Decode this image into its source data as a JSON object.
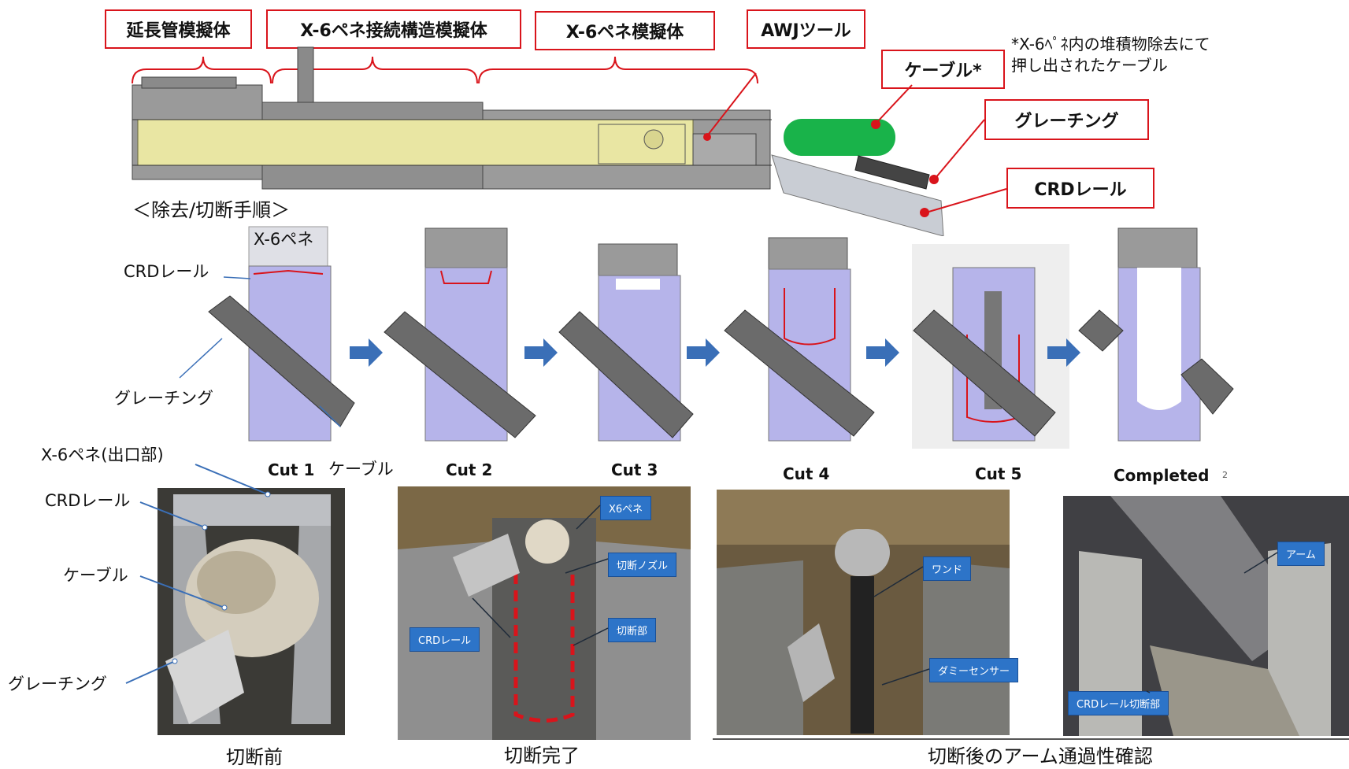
{
  "top": {
    "labels": {
      "extension_pipe": "延長管模擬体",
      "connection": "X-6ペネ接続構造模擬体",
      "x6_pene": "X-6ペネ模擬体",
      "awj_tool": "AWJツール",
      "cable": "ケーブル*",
      "grating": "グレーチング",
      "crd_rail": "CRDレール"
    },
    "footnote_line1": "*X-6ﾍﾟﾈ内の堆積物除去にて",
    "footnote_line2": "押し出されたケーブル",
    "procedure_title": "＜除去/切断手順＞"
  },
  "steps": {
    "x6_label": "X-6ペネ",
    "crd_label": "CRDレール",
    "grating_label": "グレーチング",
    "cable_label": "ケーブル",
    "cuts": [
      "Cut 1",
      "Cut 2",
      "Cut 3",
      "Cut 4",
      "Cut 5",
      "Completed"
    ],
    "page_number": "2"
  },
  "photos": {
    "before": {
      "labels": [
        "X-6ペネ(出口部)",
        "CRDレール",
        "ケーブル",
        "グレーチング"
      ],
      "caption": "切断前"
    },
    "cut_done": {
      "tags": [
        "X6ペネ",
        "切断ノズル",
        "CRDレール",
        "切断部"
      ],
      "caption": "切断完了"
    },
    "arm_check": {
      "tags": [
        "ワンド",
        "ダミーセンサー",
        "アーム",
        "CRDレール切断部"
      ],
      "caption": "切断後のアーム通過性確認"
    }
  },
  "colors": {
    "red": "#d9141b",
    "yellow": "#e9e6a3",
    "lavender": "#b6b4ea",
    "arrow_blue": "#3a6fb7",
    "cable_green": "#19b34a",
    "grating_gray": "#6b6b6b",
    "tag_blue": "#2d74c8"
  }
}
